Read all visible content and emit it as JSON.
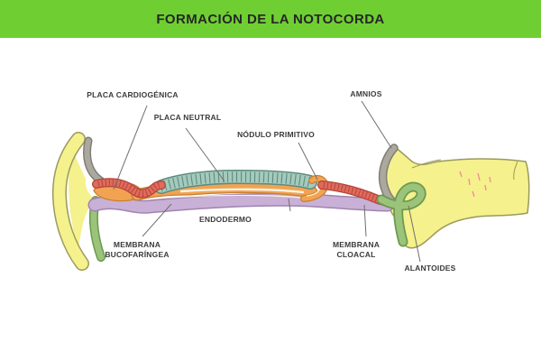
{
  "header": {
    "title": "FORMACIÓN DE LA NOTOCORDA"
  },
  "labels": {
    "placa_cardiogenica": "PLACA CARDIOGÉNICA",
    "placa_neutral": "PLACA NEUTRAL",
    "nodulo_primitivo": "NÓDULO PRIMITIVO",
    "amnios": "AMNIOS",
    "endodermo": "ENDODERMO",
    "membrana_bucofaringea": {
      "line1": "MEMBRANA",
      "line2": "BUCOFARÍNGEA"
    },
    "membrana_cloacal": {
      "line1": "MEMBRANA",
      "line2": "CLOACAL"
    },
    "alantoides": "ALANTOIDES"
  },
  "colors": {
    "header_green": "#6FCF32",
    "title_text": "#262626",
    "label_text": "#3B3B3B",
    "leader_line": "#6F6F6F",
    "yolk_yellow": "#F5F18C",
    "yellow_outline": "#9B9A5F",
    "neural_teal": "#A5CABC",
    "teal_dark": "#5C8B81",
    "orange": "#F2A352",
    "orange_dark": "#C97F2E",
    "red": "#E06A5C",
    "red_dark": "#B04438",
    "purple": "#C9B0D6",
    "purple_dark": "#9F84B0",
    "green": "#9BC379",
    "green_dark": "#6A9A50",
    "gray": "#ABA89E",
    "gray_dark": "#807E74",
    "cream": "#F8F3E2",
    "speckle_pink": "#EE8FA0"
  }
}
